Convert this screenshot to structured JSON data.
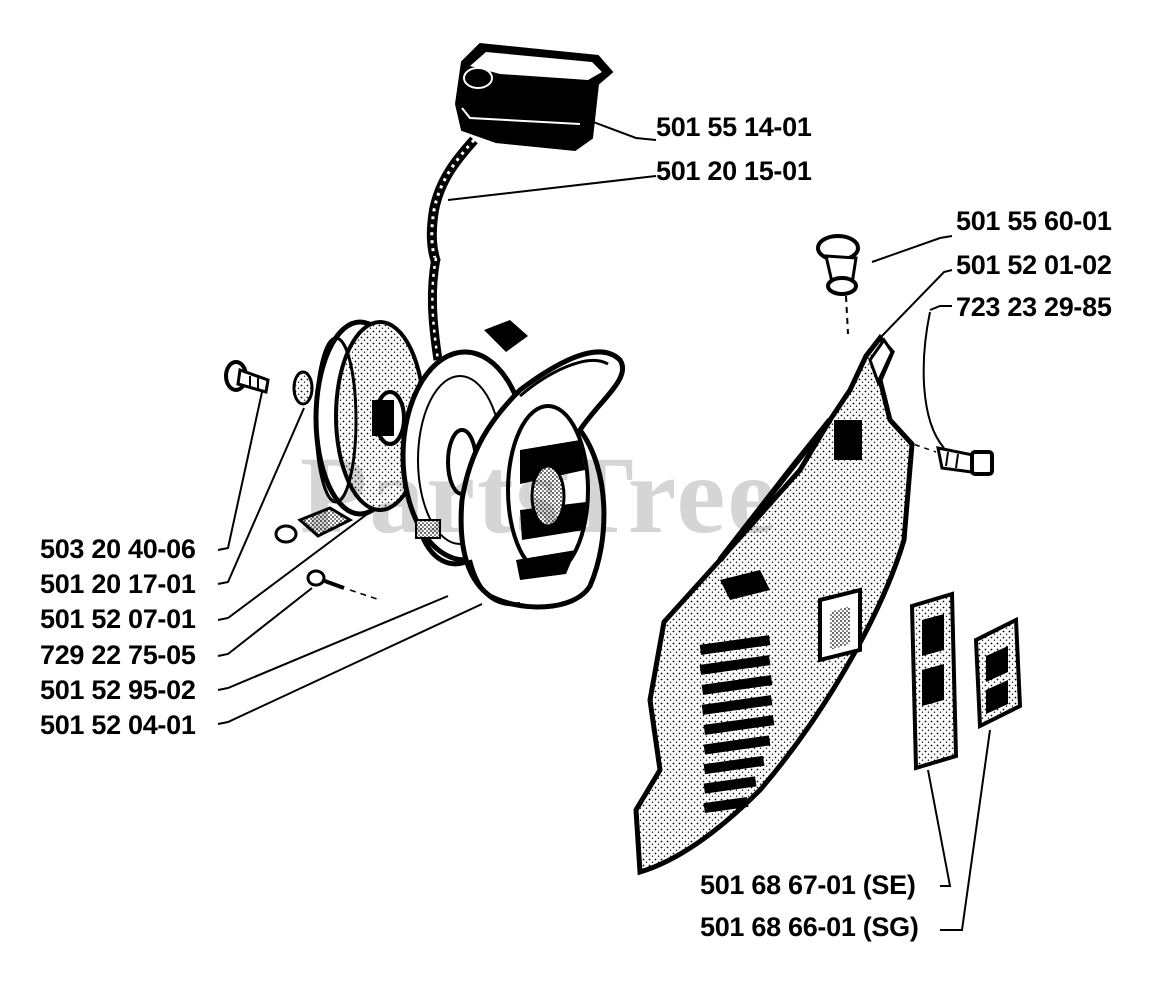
{
  "watermark": "PartsTree",
  "parts": {
    "handle": "501 55 14-01",
    "rope": "501 20 15-01",
    "nut": "501 55 60-01",
    "spring": "501 52 01-02",
    "bolt_right": "723 23 29-85",
    "screw_left": "503 20 40-06",
    "washer": "501 20 17-01",
    "pulley": "501 52 07-01",
    "small_screw": "729 22 75-05",
    "spring_cassette": "501 52 95-02",
    "starter_housing": "501 52 04-01",
    "decal_se": "501 68 67-01 (SE)",
    "decal_sg": "501 68 66-01 (SG)"
  }
}
